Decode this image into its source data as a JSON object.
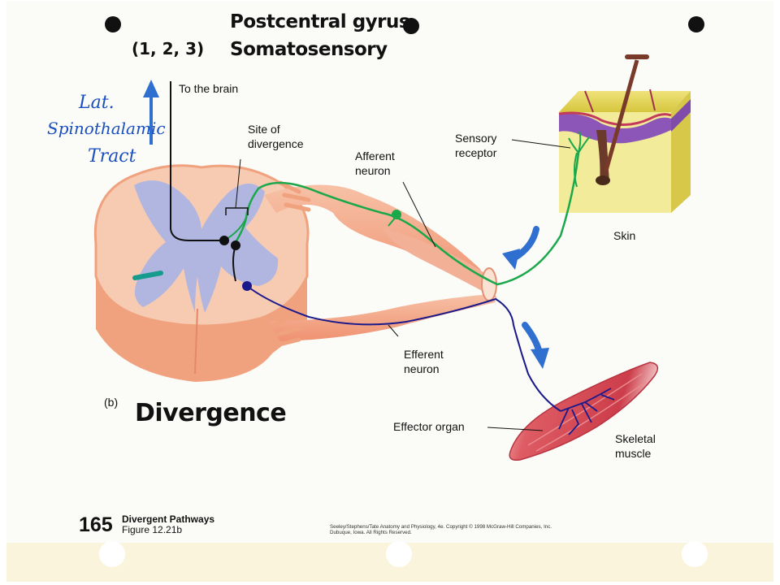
{
  "handwritten": {
    "title_line1": "Postcentral gyrus",
    "title_line2": "Somatosensory",
    "areas": "(1, 2, 3)",
    "tract_line1": "Lat.",
    "tract_line2": "Spinothalamic",
    "tract_line3": "Tract",
    "divergence": "Divergence"
  },
  "labels": {
    "to_brain": "To the brain",
    "site_line1": "Site of",
    "site_line2": "divergence",
    "afferent_line1": "Afferent",
    "afferent_line2": "neuron",
    "sensory_line1": "Sensory",
    "sensory_line2": "receptor",
    "skin": "Skin",
    "efferent_line1": "Efferent",
    "efferent_line2": "neuron",
    "effector": "Effector organ",
    "skeletal_line1": "Skeletal",
    "skeletal_line2": "muscle",
    "figure_part": "(b)"
  },
  "footer": {
    "page_number": "165",
    "title": "Divergent Pathways",
    "figure": "Figure 12.21b",
    "credit": "Seeley/Stephens/Tate Anatomy and Physiology, 4e. Copyright © 1998 McGraw-Hill Companies, Inc. Dubuque, Iowa. All Rights Reserved."
  },
  "colors": {
    "afferent": "#1aa84a",
    "efferent": "#1a1a8c",
    "arrow": "#2f6fd0",
    "gray_matter": "#aab4e6",
    "cord": "#f6cbb2",
    "nerve": "#f3a98a",
    "skin_top": "#e9d85a",
    "skin_body": "#f2eb9a",
    "muscle": "#d9505a"
  }
}
